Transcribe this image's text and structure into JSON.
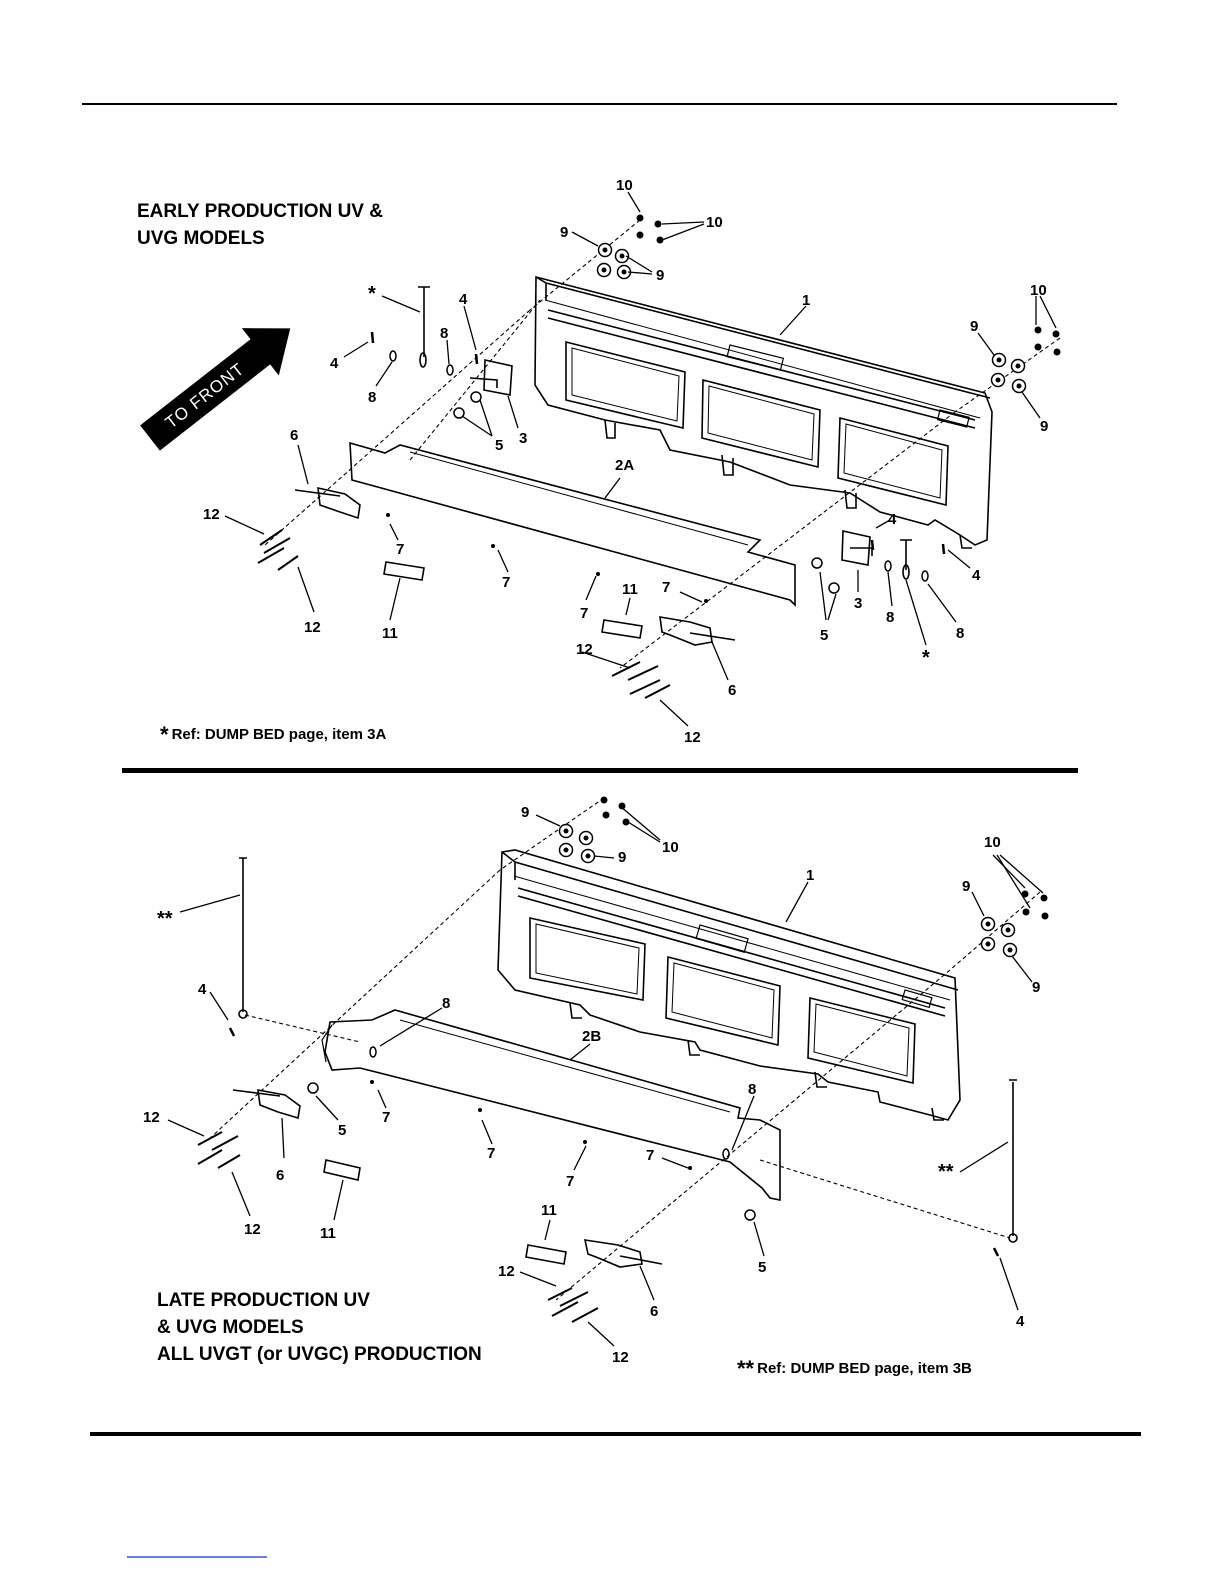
{
  "top_section": {
    "title_lines": [
      "EARLY PRODUCTION UV &",
      "UVG MODELS"
    ],
    "arrow_label": "TO FRONT",
    "ref_mark": "*",
    "ref_text": "Ref: DUMP BED page, item 3A",
    "callouts": [
      "10",
      "10",
      "9",
      "9",
      "1",
      "10",
      "9",
      "9",
      "*",
      "4",
      "8",
      "4",
      "8",
      "3",
      "5",
      "6",
      "2A",
      "12",
      "7",
      "7",
      "12",
      "11",
      "11",
      "7",
      "7",
      "4",
      "4",
      "3",
      "8",
      "5",
      "8",
      "*",
      "12",
      "6",
      "12"
    ]
  },
  "bottom_section": {
    "title_lines": [
      "LATE PRODUCTION UV",
      "& UVG MODELS",
      "ALL UVGT (or UVGC) PRODUCTION"
    ],
    "ref_mark": "**",
    "ref_text": "Ref: DUMP BED page, item 3B",
    "callouts": [
      "9",
      "10",
      "9",
      "10",
      "1",
      "9",
      "9",
      "**",
      "4",
      "8",
      "2B",
      "12",
      "5",
      "7",
      "6",
      "7",
      "8",
      "7",
      "7",
      "12",
      "11",
      "**",
      "11",
      "5",
      "12",
      "6",
      "12",
      "4"
    ]
  },
  "colors": {
    "ink": "#000000",
    "footer_link": "#6b7fd6"
  }
}
